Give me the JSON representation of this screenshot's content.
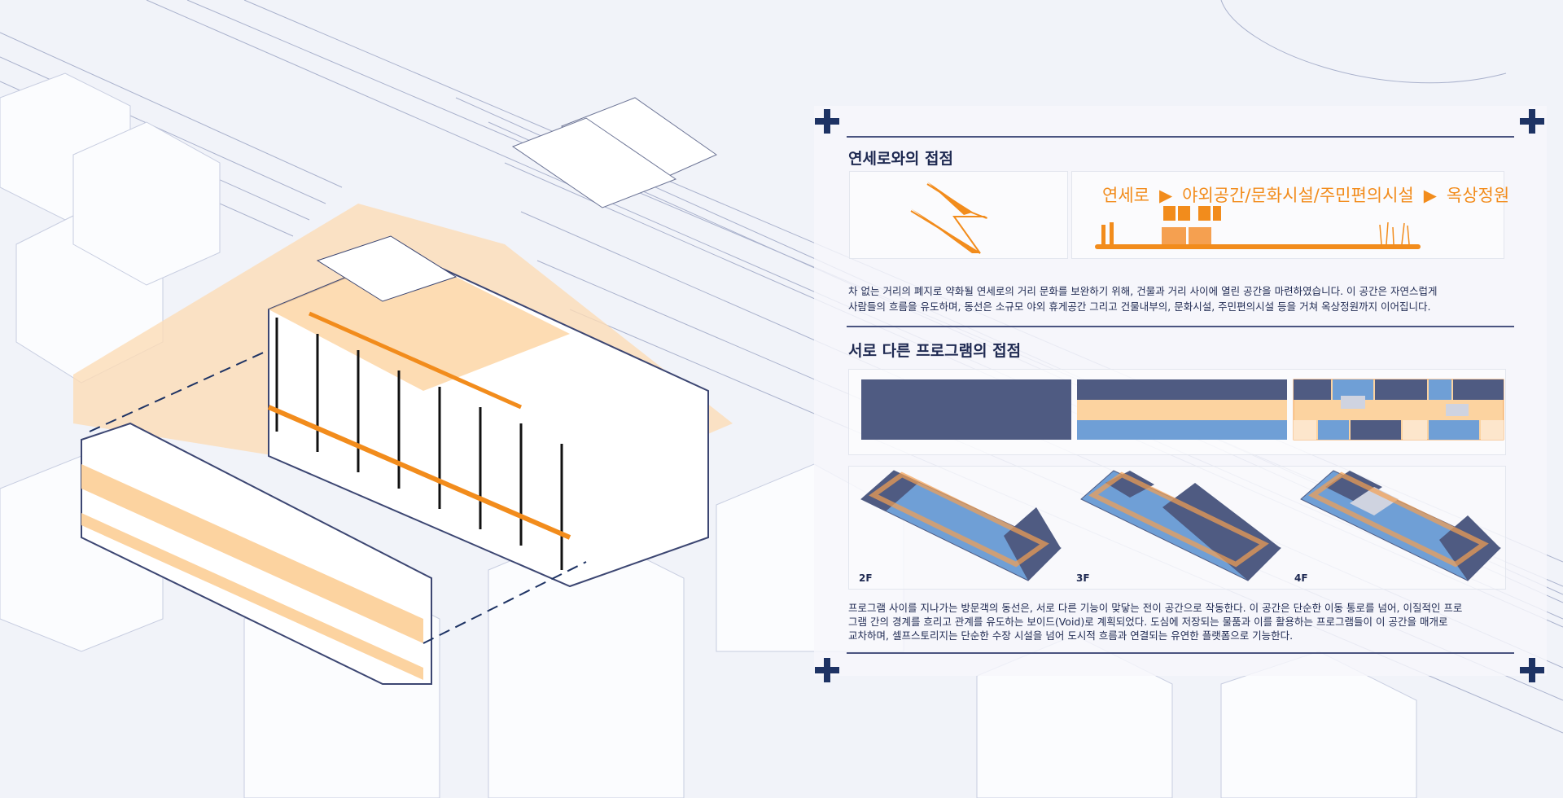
{
  "section1": {
    "title": "연세로와의 접점",
    "flow": [
      "연세로",
      "야외공간/문화시설/주민편의시설",
      "옥상정원"
    ],
    "arrow_glyph": "▶",
    "paragraph": [
      "차 없는 거리의 폐지로 약화될 연세로의 거리 문화를 보완하기 위해, 건물과 거리 사이에 열린 공간을 마련하였습니다. 이 공간은 자연스럽게",
      "사람들의 흐름을 유도하며,  동선은 소규모 야외 휴게공간 그리고 건물내부의, 문화시설, 주민편의시설 등을 거쳐 옥상정원까지 이어집니다."
    ]
  },
  "section2": {
    "title": "서로 다른 프로그램의 접점",
    "floors": [
      "2F",
      "3F",
      "4F"
    ],
    "paragraph": [
      "프로그램 사이를 지나가는 방문객의 동선은, 서로 다른 기능이 맞닿는 전이 공간으로 작동한다. 이 공간은 단순한 이동 통로를 넘어, 이질적인 프로",
      "그램 간의 경계를 흐리고 관계를 유도하는 보이드(Void)로 계획되었다. 도심에 저장되는 물품과 이를 활용하는 프로그램들이 이 공간을 매개로",
      "교차하며, 셀프스토리지는 단순한 수장 시설을 넘어 도시적 흐름과 연결되는 유연한 플랫폼으로 기능한다."
    ]
  },
  "colors": {
    "navy": "#4f5b82",
    "orange": "#f28c1c",
    "peach": "#fcd3a0",
    "blue": "#6f9fd6",
    "accent": "#1e3364"
  }
}
